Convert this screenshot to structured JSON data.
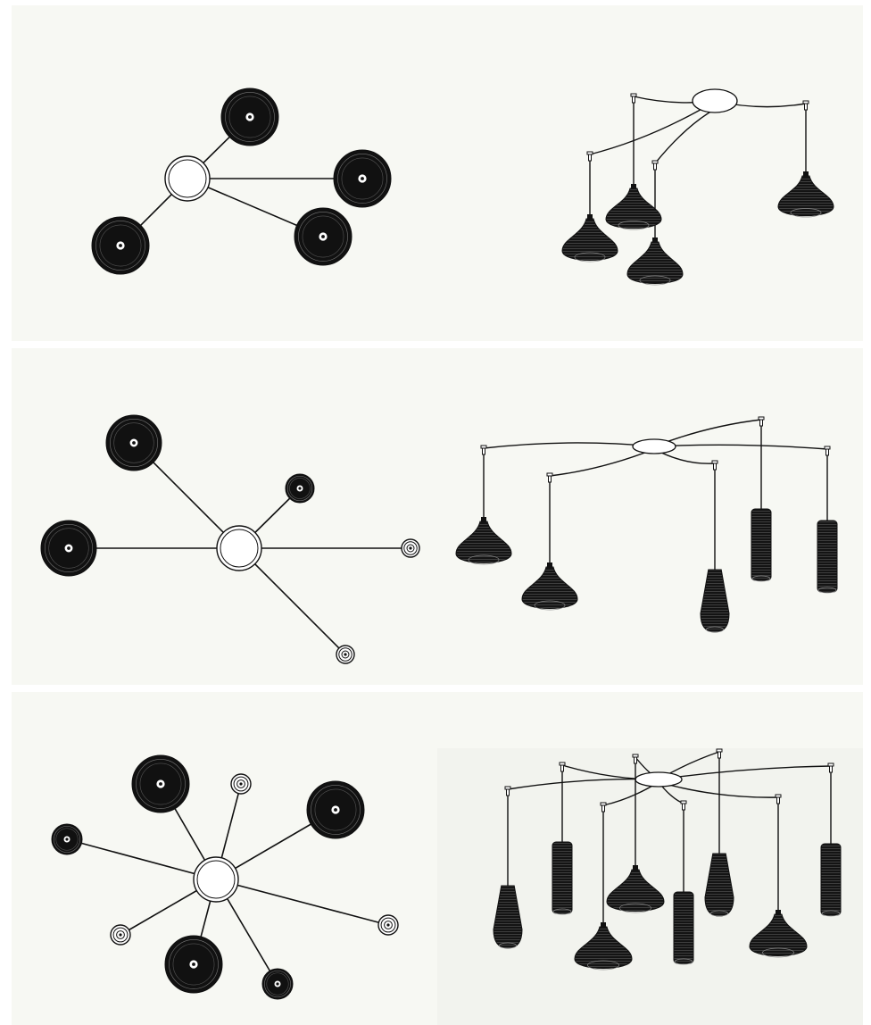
{
  "page": {
    "background": "#ffffff",
    "panel_background": "#f7f8f3",
    "ink": "#111111"
  },
  "configurations": [
    {
      "name_hidden": "",
      "plan_view": {
        "canopy": "ring",
        "lamps": [
          "large-disc",
          "large-disc",
          "large-disc",
          "large-disc"
        ]
      },
      "elevation_view": {
        "pendants": [
          "bell",
          "bell",
          "bell",
          "bell"
        ]
      }
    },
    {
      "name_hidden": "",
      "plan_view": {
        "canopy": "ring",
        "lamps": [
          "large-disc",
          "large-disc",
          "small-disc",
          "ring",
          "ring"
        ]
      },
      "elevation_view": {
        "pendants": [
          "bell",
          "bell",
          "cone",
          "cylinder",
          "cylinder"
        ]
      }
    },
    {
      "name_hidden": "",
      "plan_view": {
        "canopy": "ring",
        "lamps": [
          "large-disc",
          "large-disc",
          "large-disc",
          "small-disc",
          "small-disc",
          "ring",
          "ring",
          "ring"
        ]
      },
      "elevation_view": {
        "pendants": [
          "cone",
          "cylinder",
          "bell",
          "bell",
          "cylinder",
          "cone",
          "bell",
          "cylinder"
        ]
      }
    }
  ]
}
